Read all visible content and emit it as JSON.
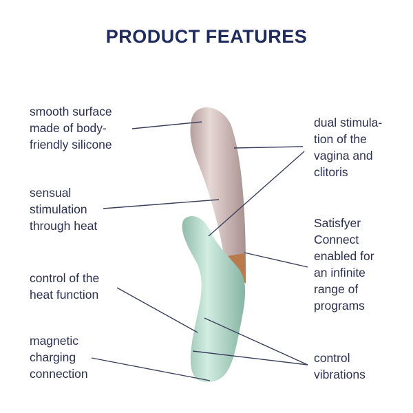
{
  "title": "PRODUCT FEATURES",
  "features": {
    "smooth_surface": "smooth surface\nmade of body-\nfriendly silicone",
    "sensual": "sensual\nstimulation\nthrough heat",
    "heat_control": "control of the\nheat function",
    "magnetic": "magnetic\ncharging\nconnection",
    "dual": "dual stimula-\ntion of the\nvagina and\nclitoris",
    "connect": "Satisfyer\nConnect\nenabled for\nan infinite\nrange of\nprograms",
    "vibrations": "control\nvibrations"
  },
  "colors": {
    "title": "#1f2a5e",
    "shaft": "#cdb7b5",
    "body": "#a8cfc0",
    "band": "#b97a4e",
    "line": "#3a3f5c"
  }
}
